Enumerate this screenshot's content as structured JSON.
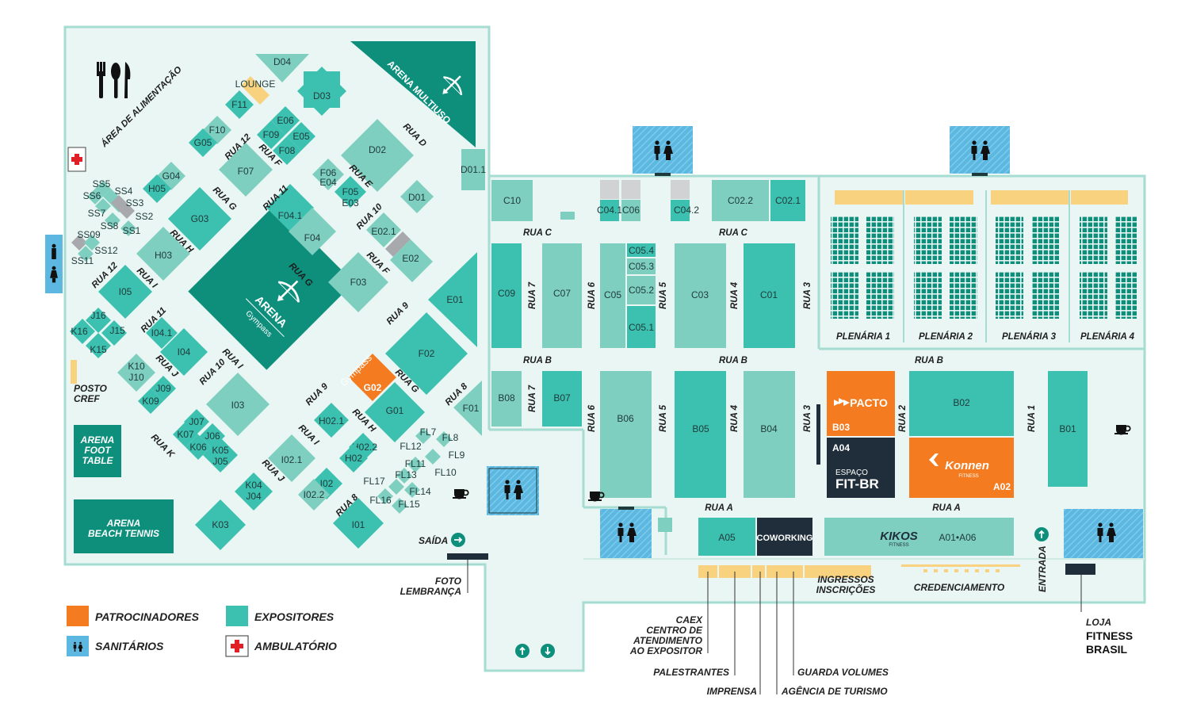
{
  "colors": {
    "dark_teal": "#0d8f7c",
    "teal": "#3cc0b0",
    "light_teal": "#7fcfc1",
    "pale_teal": "#e8f5f2",
    "orange": "#f47b20",
    "navy": "#1f2e3a",
    "blue": "#5cb8e0",
    "yellow": "#f9d27f",
    "grey": "#a7a9ac",
    "red": "#e11f26"
  },
  "icons": [
    "fork-knife-spoon-icon",
    "first-aid-icon",
    "restroom-icon",
    "coffee-icon",
    "arrow-up-icon",
    "arrow-down-icon",
    "arrow-right-icon",
    "bow-arrow-icon"
  ],
  "arenas": {
    "multiuso": "ARENA MULTIUSO",
    "main": "ARENA",
    "main_sub": "Gympass",
    "foot_table": [
      "ARENA",
      "FOOT",
      "TABLE"
    ],
    "beach_tennis": [
      "ARENA",
      "BEACH TENNIS"
    ]
  },
  "food_area": "ÁREA DE ALIMENTAÇÃO",
  "lounge": "LOUNGE",
  "posto": [
    "POSTO",
    "CREF"
  ],
  "booths": {
    "D04": "D04",
    "D03": "D03",
    "D02": "D02",
    "D01": "D01",
    "D01_1": "D01.1",
    "F11": "F11",
    "F10": "F10",
    "F09": "F09",
    "F08": "F08",
    "F07": "F07",
    "F06": "F06",
    "F05": "F05",
    "F04": "F04",
    "F04_1": "F04.1",
    "F03": "F03",
    "F02": "F02",
    "F01": "F01",
    "E06": "E06",
    "E05": "E05",
    "E04": "E04",
    "E03": "E03",
    "E02": "E02",
    "E02_1": "E02.1",
    "E01": "E01",
    "G05": "G05",
    "G04": "G04",
    "G03": "G03",
    "G02": "G02",
    "G02_sub": "Gympass",
    "G01": "G01",
    "H05": "H05",
    "H03": "H03",
    "H02": "H02",
    "H02_1": "H02.1",
    "H02_2": "H02.2",
    "I05": "I05",
    "I04": "I04",
    "I04_1": "I04.1",
    "I03": "I03",
    "I02": "I02",
    "I02_1": "I02.1",
    "I02_2": "I02.2",
    "I01": "I01",
    "J16": "J16",
    "J15": "J15",
    "J10": "J10",
    "J09": "J09",
    "J07": "J07",
    "J06": "J06",
    "J05": "J05",
    "J04": "J04",
    "K16": "K16",
    "K15": "K15",
    "K10": "K10",
    "K09": "K09",
    "K07": "K07",
    "K06": "K06",
    "K05": "K05",
    "K04": "K04",
    "K03": "K03",
    "SS2": "SS2",
    "SS3": "SS3",
    "SS4": "SS4",
    "SS5": "SS5",
    "SS6": "SS6",
    "SS7": "SS7",
    "SS8": "SS8",
    "SS1": "SS1",
    "SS09": "SS09",
    "SS11": "SS11",
    "SS12": "SS12",
    "FL7": "FL7",
    "FL8": "FL8",
    "FL9": "FL9",
    "FL10": "FL10",
    "FL11": "FL11",
    "FL12": "FL12",
    "FL13": "FL13",
    "FL14": "FL14",
    "FL15": "FL15",
    "FL16": "FL16",
    "FL17": "FL17",
    "C10": "C10",
    "C09": "C09",
    "C07": "C07",
    "C05": "C05",
    "C05_1": "C05.1",
    "C05_2": "C05.2",
    "C05_3": "C05.3",
    "C05_4": "C05.4",
    "C04_1": "C04.1",
    "C06": "C06",
    "C04_2": "C04.2",
    "C03": "C03",
    "C02_2": "C02.2",
    "C02_1": "C02.1",
    "C01": "C01",
    "B08": "B08",
    "B07": "B07",
    "B06": "B06",
    "B05": "B05",
    "B04": "B04",
    "B03": "B03",
    "B02": "B02",
    "B01": "B01",
    "A05": "A05",
    "A04": "A04",
    "A02": "A02",
    "A01_A06": "A01•A06"
  },
  "brands": {
    "pacto": "PACTO",
    "konnen": "Konnen",
    "konnen_sub": "FITNESS",
    "espaco": "ESPAÇO",
    "fitbr": "FIT-BR",
    "kikos": "KIKOS",
    "kikos_sub": "FITNESS",
    "coworking": "COWORKING"
  },
  "streets": {
    "rua_d": "RUA D",
    "rua_e": "RUA E",
    "rua_f": "RUA F",
    "rua_g": "RUA G",
    "rua_h": "RUA H",
    "rua_i": "RUA I",
    "rua_j": "RUA J",
    "rua_k": "RUA K",
    "rua_8": "RUA 8",
    "rua_9": "RUA 9",
    "rua_10": "RUA 10",
    "rua_11": "RUA 11",
    "rua_12": "RUA 12",
    "rua_a": "RUA A",
    "rua_b": "RUA B",
    "rua_c": "RUA C",
    "rua_1": "RUA 1",
    "rua_2": "RUA 2",
    "rua_3": "RUA 3",
    "rua_4": "RUA 4",
    "rua_5": "RUA 5",
    "rua_6": "RUA 6",
    "rua_7": "RUA 7"
  },
  "plenarias": [
    "PLENÁRIA 1",
    "PLENÁRIA 2",
    "PLENÁRIA 3",
    "PLENÁRIA 4"
  ],
  "service_labels": {
    "saida": "SAÍDA",
    "entrada": "ENTRADA",
    "foto": [
      "FOTO",
      "LEMBRANÇA"
    ],
    "ingressos": [
      "INGRESSOS",
      "INSCRIÇÕES"
    ],
    "credenciamento": "CREDENCIAMENTO",
    "caex": [
      "CAEX",
      "CENTRO DE",
      "ATENDIMENTO",
      "AO EXPOSITOR"
    ],
    "palestrantes": "PALESTRANTES",
    "imprensa": "IMPRENSA",
    "agencia": "AGÊNCIA DE TURISMO",
    "guarda": "GUARDA VOLUMES",
    "loja": [
      "LOJA",
      "FITNESS",
      "BRASIL"
    ]
  },
  "legend": {
    "patrocinadores": "PATROCINADORES",
    "expositores": "EXPOSITORES",
    "sanitarios": "SANITÁRIOS",
    "ambulatorio": "AMBULATÓRIO"
  }
}
